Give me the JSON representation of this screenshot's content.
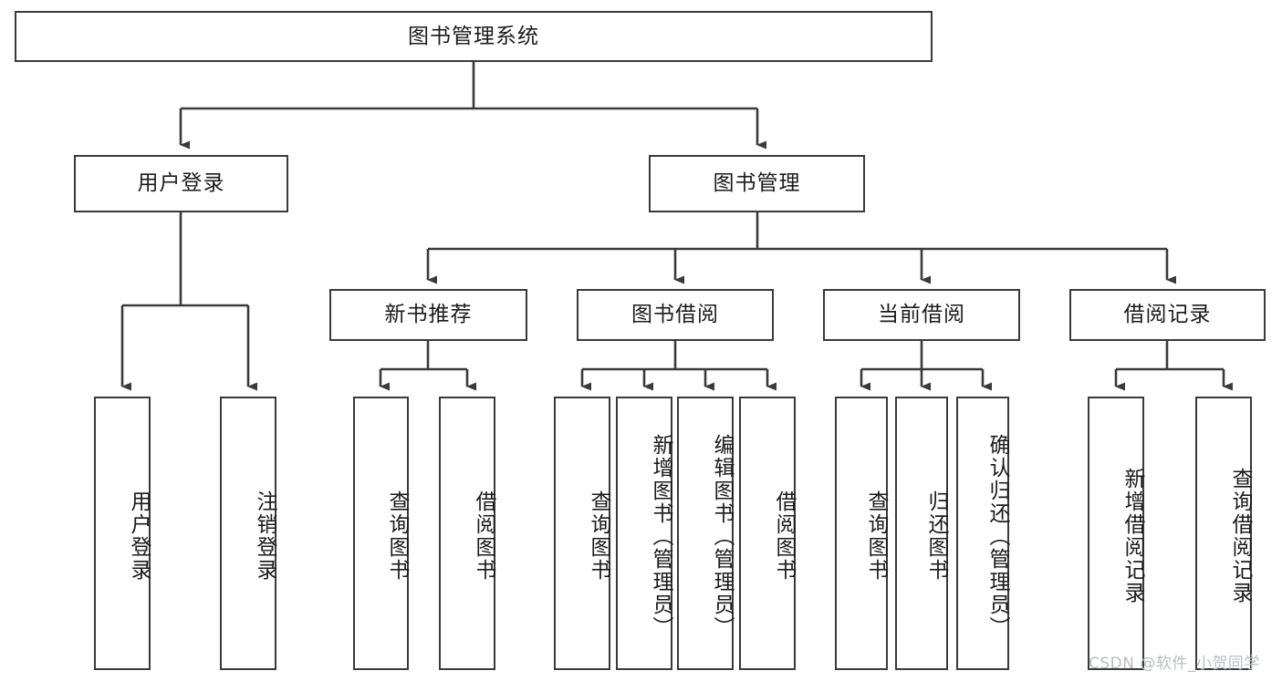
{
  "diagram": {
    "title": "图书管理系统",
    "root": {
      "id": "root",
      "label": "图书管理系统"
    },
    "level2": [
      {
        "id": "user-login",
        "label": "用户登录"
      },
      {
        "id": "book-manage",
        "label": "图书管理"
      }
    ],
    "level3": [
      {
        "id": "new-book-recommend",
        "label": "新书推荐"
      },
      {
        "id": "book-borrow",
        "label": "图书借阅"
      },
      {
        "id": "current-borrow",
        "label": "当前借阅"
      },
      {
        "id": "borrow-record",
        "label": "借阅记录"
      }
    ],
    "leaves": {
      "user_login": [
        {
          "id": "leaf-user-login",
          "label": "用户登录"
        },
        {
          "id": "leaf-logout-login",
          "label": "注销登录"
        }
      ],
      "new_book_recommend": [
        {
          "id": "leaf-query-book-1",
          "label": "查询图书"
        },
        {
          "id": "leaf-borrow-book-1",
          "label": "借阅图书"
        }
      ],
      "book_borrow": [
        {
          "id": "leaf-query-book-2",
          "label": "查询图书"
        },
        {
          "id": "leaf-add-book",
          "label": "新增图书（管理员）"
        },
        {
          "id": "leaf-edit-book",
          "label": "编辑图书（管理员）"
        },
        {
          "id": "leaf-borrow-book-2",
          "label": "借阅图书"
        }
      ],
      "current_borrow": [
        {
          "id": "leaf-query-book-3",
          "label": "查询图书"
        },
        {
          "id": "leaf-return-book",
          "label": "归还图书"
        },
        {
          "id": "leaf-confirm-return",
          "label": "确认归还（管理员）"
        }
      ],
      "borrow_record": [
        {
          "id": "leaf-add-record",
          "label": "新增借阅记录"
        },
        {
          "id": "leaf-query-record",
          "label": "查询借阅记录"
        }
      ]
    },
    "watermark": "CSDN @软件_小贺同学",
    "colors": {
      "stroke": "#3a3a3a",
      "fill": "#ffffff",
      "text": "#1b1b1b",
      "watermark": "#b9bdc2"
    }
  }
}
